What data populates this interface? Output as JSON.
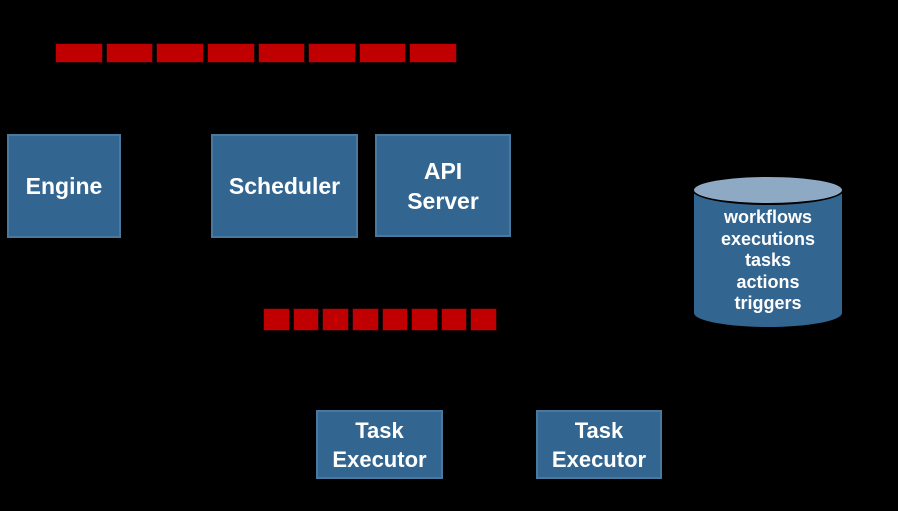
{
  "colors": {
    "background": "#000000",
    "queue_fill": "#c00000",
    "queue_border": "#2a0000",
    "node_fill": "#32658f",
    "node_border": "#49799f",
    "node_text": "#ffffff",
    "db_body": "#32658f",
    "db_top": "#8ea9c4",
    "db_outline": "#000000"
  },
  "queues": {
    "top": {
      "segment_count": 8
    },
    "bottom": {
      "segment_count": 8
    }
  },
  "nodes": {
    "engine": {
      "label": "Engine"
    },
    "scheduler": {
      "label": "Scheduler"
    },
    "api_server": {
      "line1": "API",
      "line2": "Server"
    },
    "task_executor_1": {
      "line1": "Task",
      "line2": "Executor"
    },
    "task_executor_2": {
      "line1": "Task",
      "line2": "Executor"
    }
  },
  "database": {
    "items": [
      "workflows",
      "executions",
      "tasks",
      "actions",
      "triggers"
    ]
  }
}
